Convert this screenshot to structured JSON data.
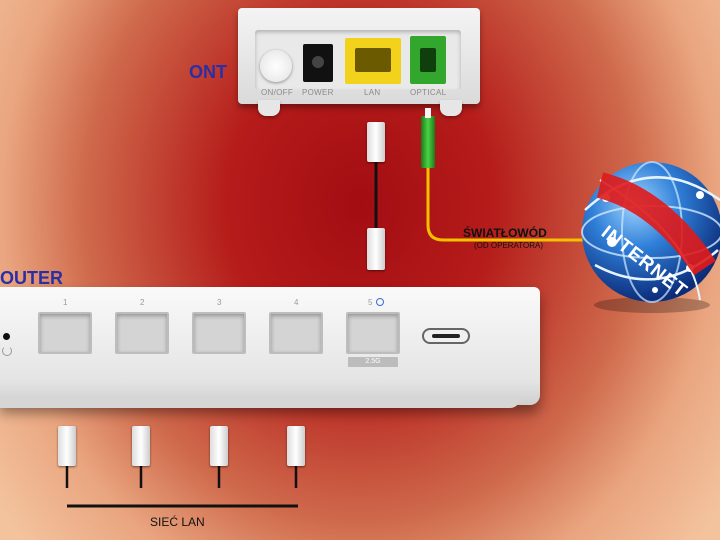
{
  "diagram": {
    "ont_title": "ONT",
    "router_title": "OUTER",
    "fiber_label": "ŚWIATŁOWÓD",
    "fiber_sublabel": "(OD OPERATORA)",
    "globe_label": "INTERNET",
    "lan_label": "SIEĆ LAN",
    "ont_ports": [
      "ON/OFF",
      "POWER",
      "LAN",
      "OPTICAL"
    ],
    "router_ports": [
      "1",
      "2",
      "3",
      "4",
      "5"
    ],
    "router_port5_badge": "2.5G",
    "colors": {
      "title": "#2a2fa6",
      "fiber": "#f5c000",
      "ont_lan_port": "#f2d21b",
      "optical_port": "#33a62e",
      "globe_band": "#e01a1a"
    }
  }
}
